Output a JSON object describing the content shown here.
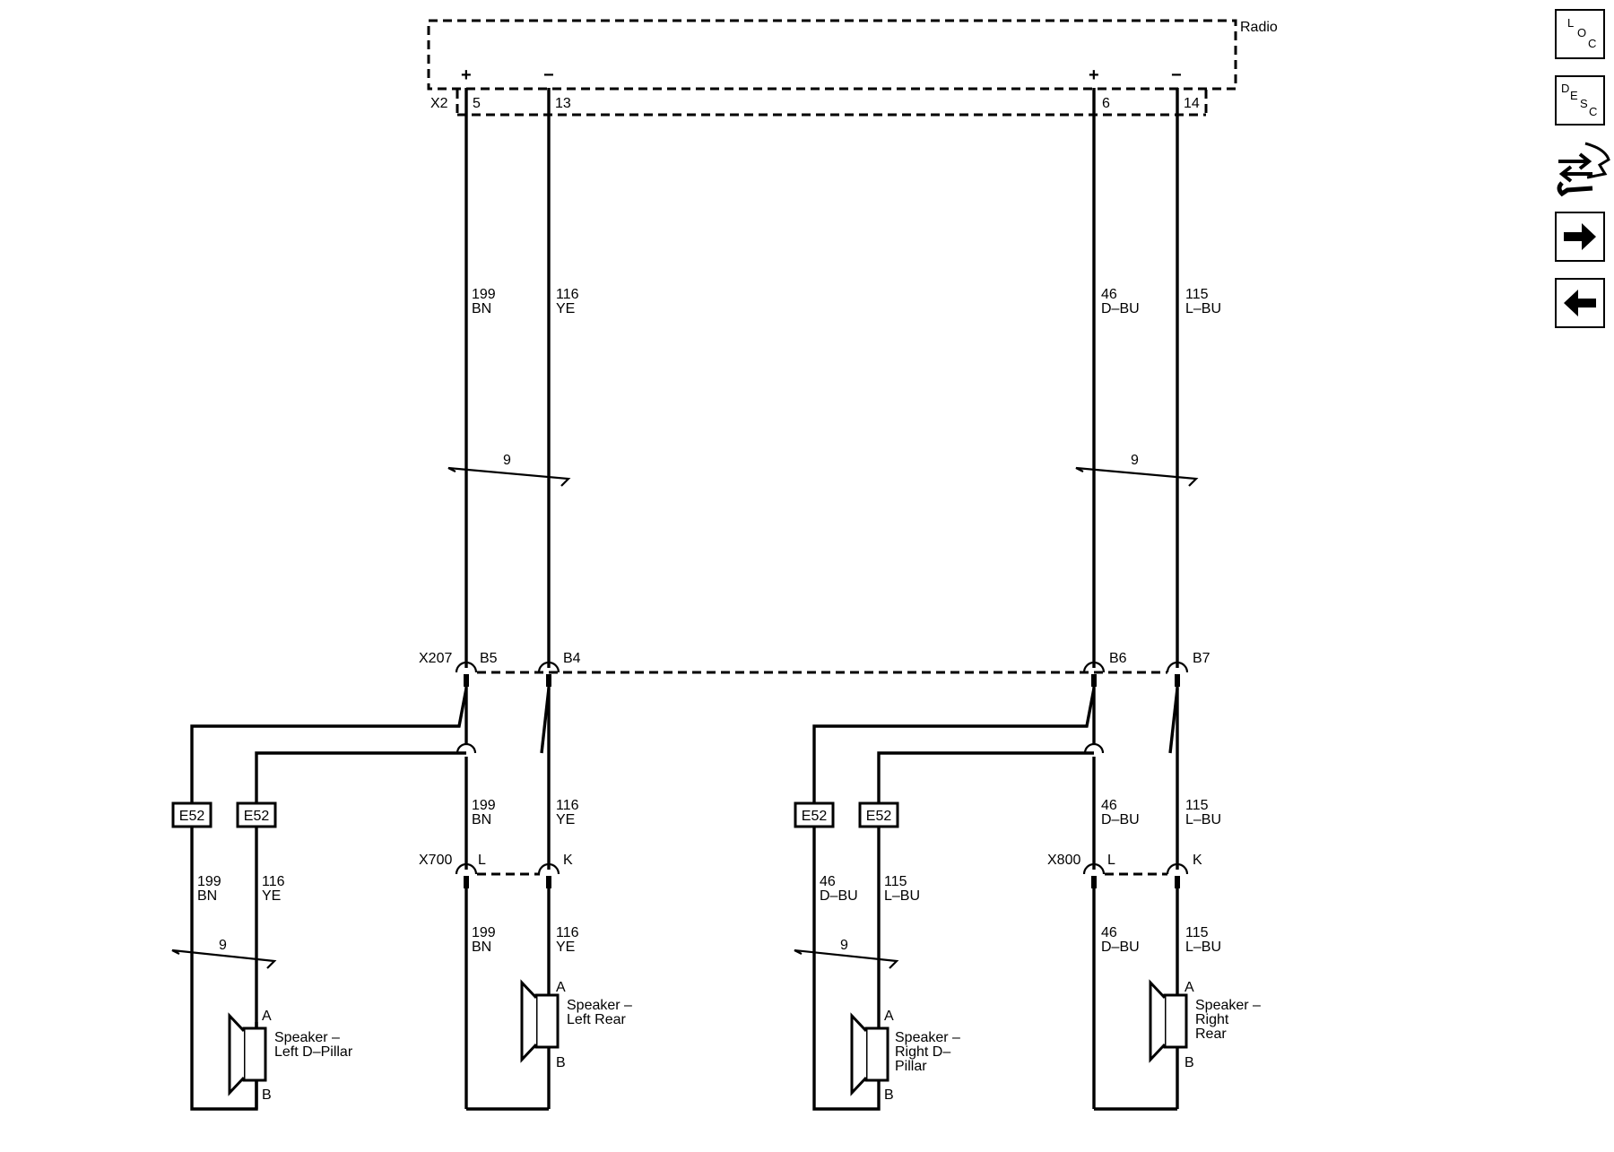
{
  "module": {
    "name": "Radio",
    "connector": "X2"
  },
  "radio_pins": [
    {
      "polarity": "+",
      "pin": "5"
    },
    {
      "polarity": "−",
      "pin": "13"
    },
    {
      "polarity": "+",
      "pin": "6"
    },
    {
      "polarity": "−",
      "pin": "14"
    }
  ],
  "wires": {
    "w199": {
      "circuit": "199",
      "color": "BN"
    },
    "w116": {
      "circuit": "116",
      "color": "YE"
    },
    "w46": {
      "circuit": "46",
      "color": "D–BU"
    },
    "w115": {
      "circuit": "115",
      "color": "L–BU"
    }
  },
  "twisted_pair_label": "9",
  "x207": {
    "name": "X207",
    "pins": [
      "B5",
      "B4",
      "B6",
      "B7"
    ]
  },
  "splice_label": "E52",
  "x700": {
    "name": "X700",
    "pins": [
      "L",
      "K"
    ]
  },
  "x800": {
    "name": "X800",
    "pins": [
      "L",
      "K"
    ]
  },
  "speaker_terminals": {
    "a": "A",
    "b": "B"
  },
  "speakers": {
    "left_dpillar": [
      "Speaker –",
      "Left D–Pillar"
    ],
    "left_rear": [
      "Speaker –",
      "Left Rear"
    ],
    "right_dpillar": [
      "Speaker –",
      "Right D–",
      "Pillar"
    ],
    "right_rear": [
      "Speaker –",
      "Right",
      "Rear"
    ]
  },
  "nav": {
    "loc": [
      "L",
      "O",
      "C"
    ],
    "desc": [
      "D",
      "E",
      "S",
      "C"
    ]
  }
}
